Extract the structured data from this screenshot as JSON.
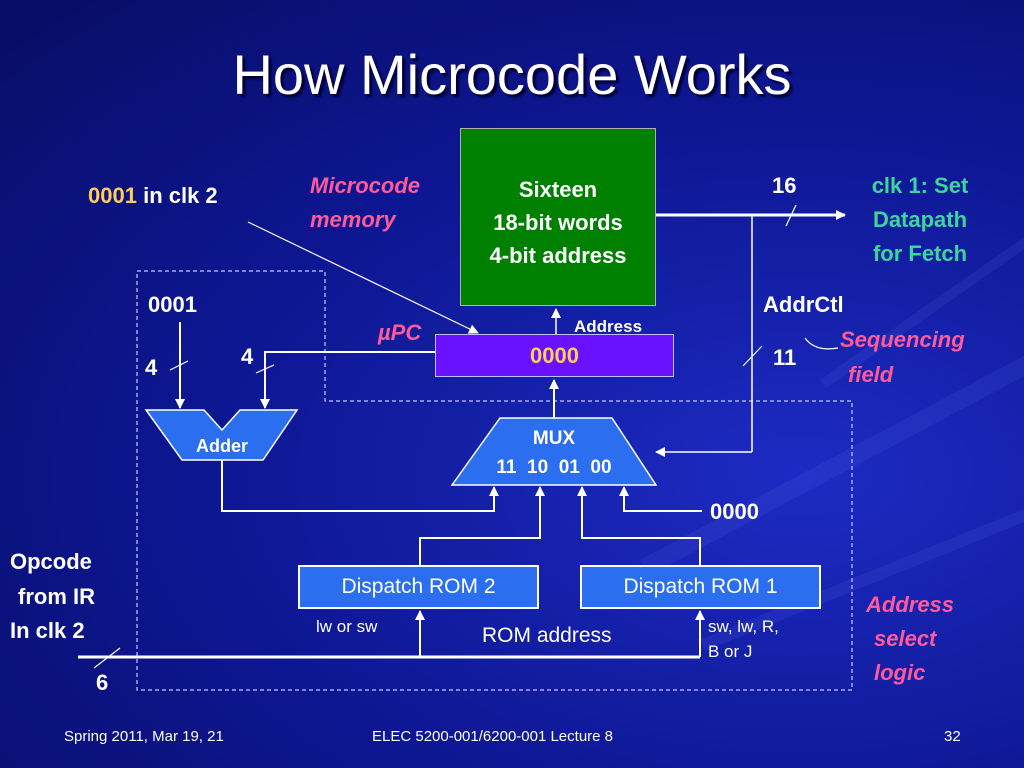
{
  "title": "How Microcode Works",
  "memory": {
    "label_line1": "Microcode",
    "label_line2": "memory",
    "box_line1": "Sixteen",
    "box_line2": "18-bit words",
    "box_line3": "4-bit address",
    "bus_width": "16",
    "output_line1": "clk 1: Set",
    "output_line2": "Datapath",
    "output_line3": "for Fetch"
  },
  "input_note": {
    "value": "0001",
    "text": "in clk 2"
  },
  "upc": {
    "label": "µPC",
    "value": "0000",
    "address_label": "Address"
  },
  "adder": {
    "label": "Adder",
    "const_value": "0001",
    "left_width": "4",
    "right_width": "4"
  },
  "addrctl": {
    "label": "AddrCtl",
    "width": "11",
    "field_line1": "Sequencing",
    "field_line2": "field"
  },
  "mux": {
    "label": "MUX",
    "inputs": "11  10  01  00",
    "const_input": "0000"
  },
  "dispatch": {
    "rom2_label": "Dispatch ROM 2",
    "rom1_label": "Dispatch ROM 1",
    "rom2_note": "lw or sw",
    "rom1_note_line1": "sw, lw, R,",
    "rom1_note_line2": "B or J",
    "rom_address": "ROM address"
  },
  "opcode": {
    "line1": "Opcode",
    "line2": "from IR",
    "line3": "In clk 2",
    "width": "6"
  },
  "address_select": {
    "line1": "Address",
    "line2": "select",
    "line3": "logic"
  },
  "footer": {
    "left": "Spring 2011, Mar 19, 21",
    "center": "ELEC 5200-001/6200-001 Lecture 8",
    "page": "32"
  }
}
